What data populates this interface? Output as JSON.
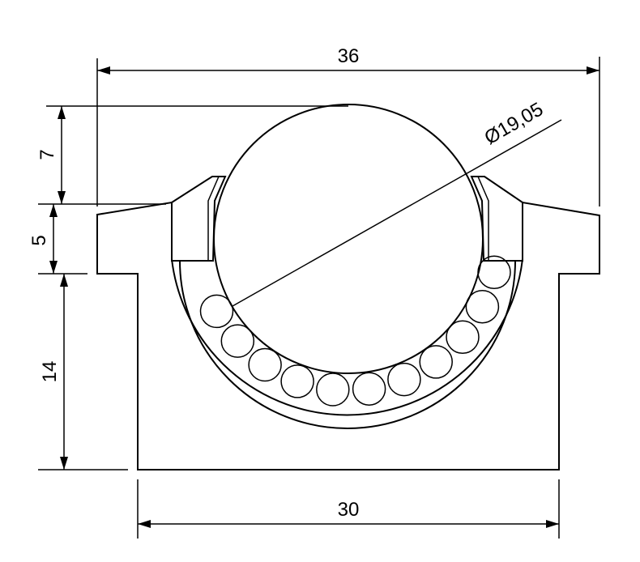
{
  "dimensions": {
    "overall_width": "36",
    "base_width": "30",
    "ball_projection": "7",
    "flange_height": "5",
    "body_height": "14",
    "ball_diameter": "Ø19,05"
  },
  "colors": {
    "line": "#000000",
    "background": "#ffffff"
  }
}
